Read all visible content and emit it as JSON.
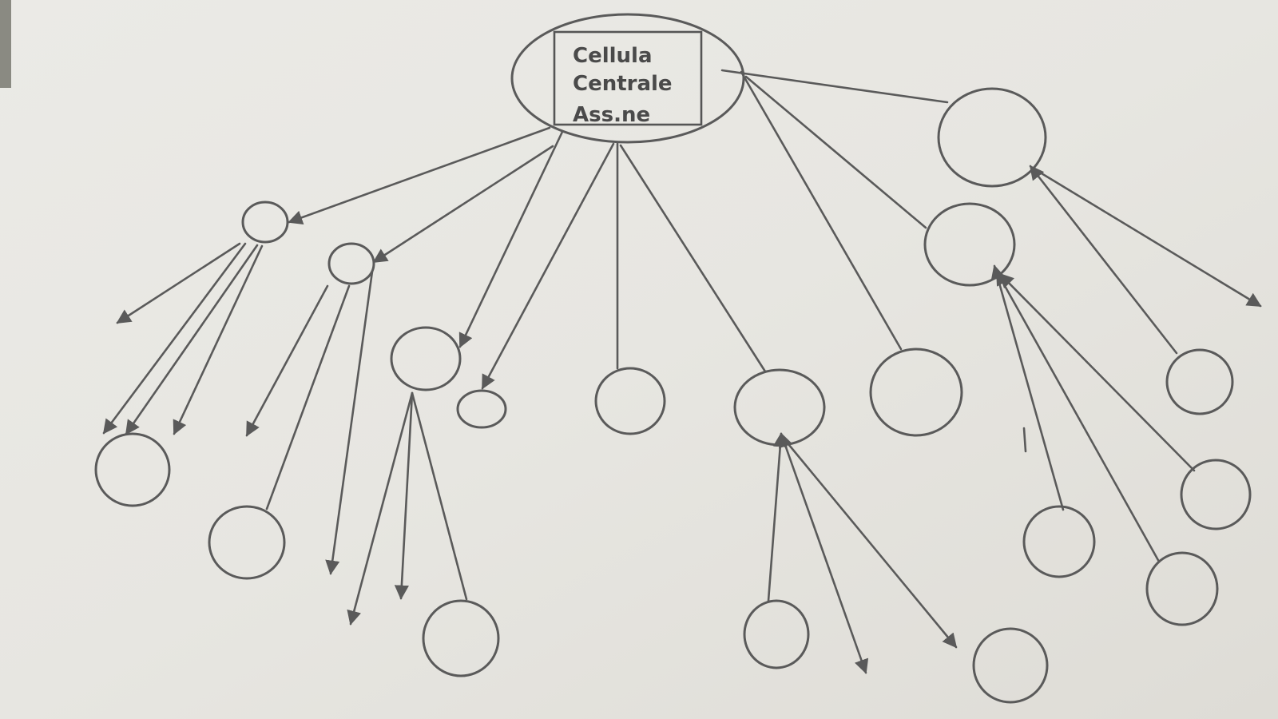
{
  "diagram": {
    "center_node": {
      "label_lines": [
        "Cellula",
        "Centrale",
        "Ass.ne"
      ]
    },
    "colors": {
      "paper": "#e9e8e3",
      "ink": "#5a5a5a",
      "background": "#cfd0cb"
    }
  }
}
